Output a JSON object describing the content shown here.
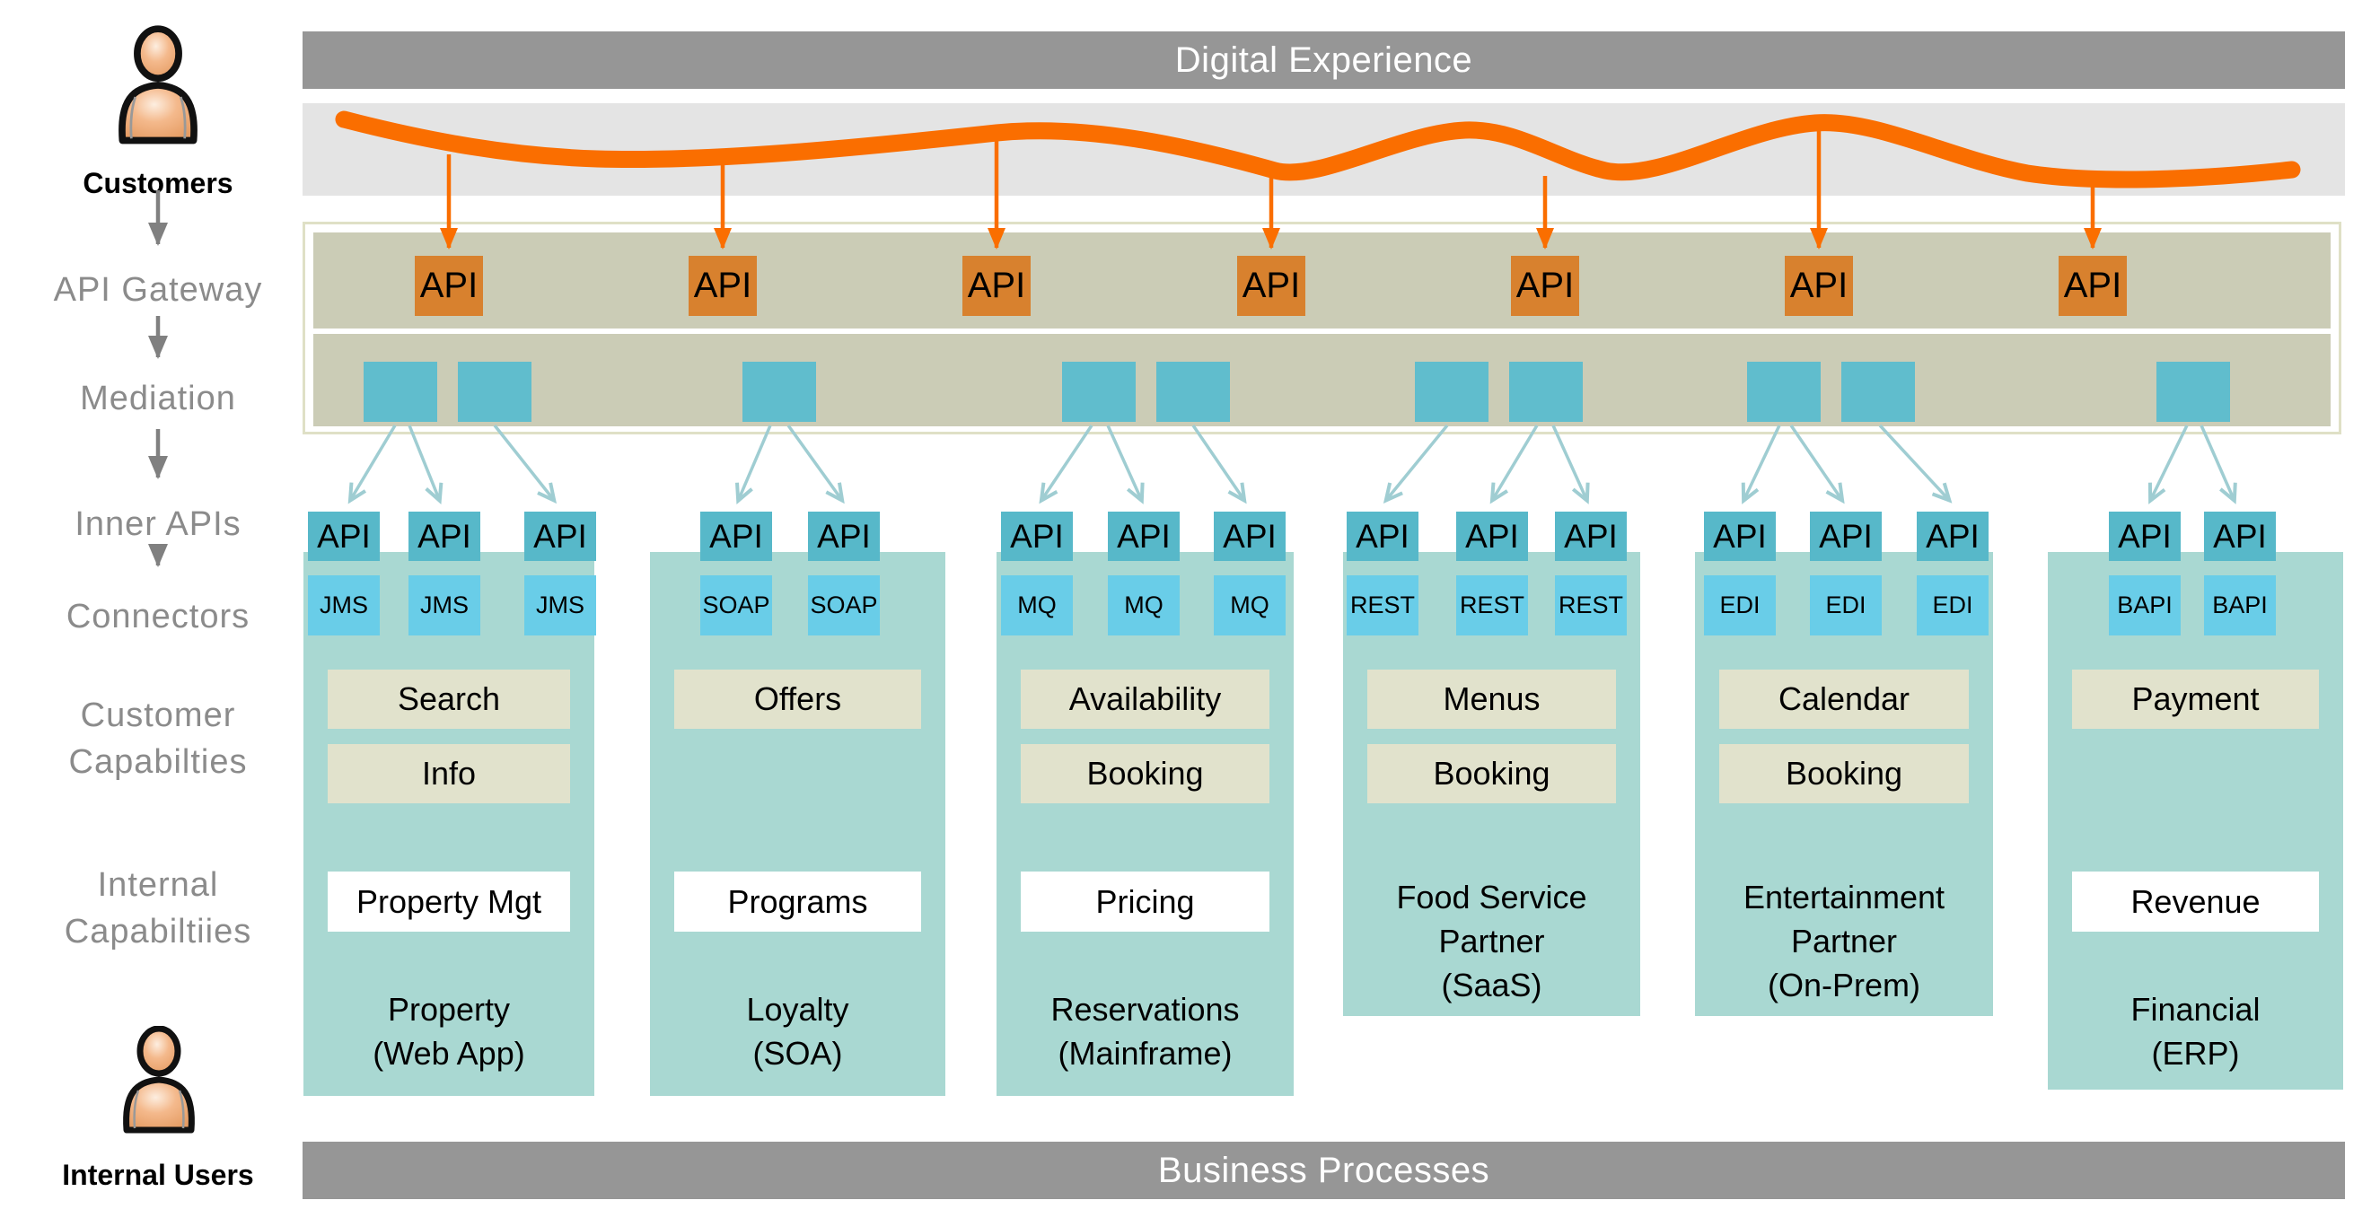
{
  "banners": {
    "digital_experience": "Digital Experience",
    "business_processes": "Business Processes"
  },
  "sidebar": {
    "customers": "Customers",
    "api_gateway": "API Gateway",
    "mediation": "Mediation",
    "inner_apis": "Inner APIs",
    "connectors": "Connectors",
    "customer_capabilities": [
      "Customer",
      "Capabilties"
    ],
    "internal_capabilities": [
      "Internal",
      "Capabiltiies"
    ],
    "internal_users": "Internal Users",
    "customers_icon": "person-icon",
    "internal_users_icon": "person-icon"
  },
  "api_box_label": "API",
  "columns": [
    {
      "connector": "JMS",
      "capabilities": [
        "Search",
        "Info"
      ],
      "internal_capability": "Property Mgt",
      "footer": [
        "Property",
        "(Web App)"
      ]
    },
    {
      "connector": "SOAP",
      "capabilities": [
        "Offers"
      ],
      "internal_capability": "Programs",
      "footer": [
        "Loyalty",
        "(SOA)"
      ]
    },
    {
      "connector": "MQ",
      "capabilities": [
        "Availability",
        "Booking"
      ],
      "internal_capability": "Pricing",
      "footer": [
        "Reservations",
        "(Mainframe)"
      ]
    },
    {
      "connector": "REST",
      "capabilities": [
        "Menus",
        "Booking"
      ],
      "footer": [
        "Food Service",
        "Partner",
        "(SaaS)"
      ]
    },
    {
      "connector": "EDI",
      "capabilities": [
        "Calendar",
        "Booking"
      ],
      "footer": [
        "Entertainment",
        "Partner",
        "(On-Prem)"
      ]
    },
    {
      "connector": "BAPI",
      "capabilities": [
        "Payment"
      ],
      "internal_capability": "Revenue",
      "footer": [
        "Financial",
        "(ERP)"
      ]
    }
  ],
  "colors": {
    "banner_gray": "#969696",
    "wave_band_gray": "#e4e4e4",
    "wave_orange": "#fa6e00",
    "gateway_api_orange": "#d8812e",
    "gateway_band_khaki": "#cbccb6",
    "mediation_blue": "#60bdcd",
    "inner_api_teal": "#57b8c9",
    "connector_blue": "#69cde8",
    "column_teal": "#a9d8d2",
    "capability_khaki": "#e1e2cc",
    "sidebar_text_gray": "#8b8b8b"
  }
}
